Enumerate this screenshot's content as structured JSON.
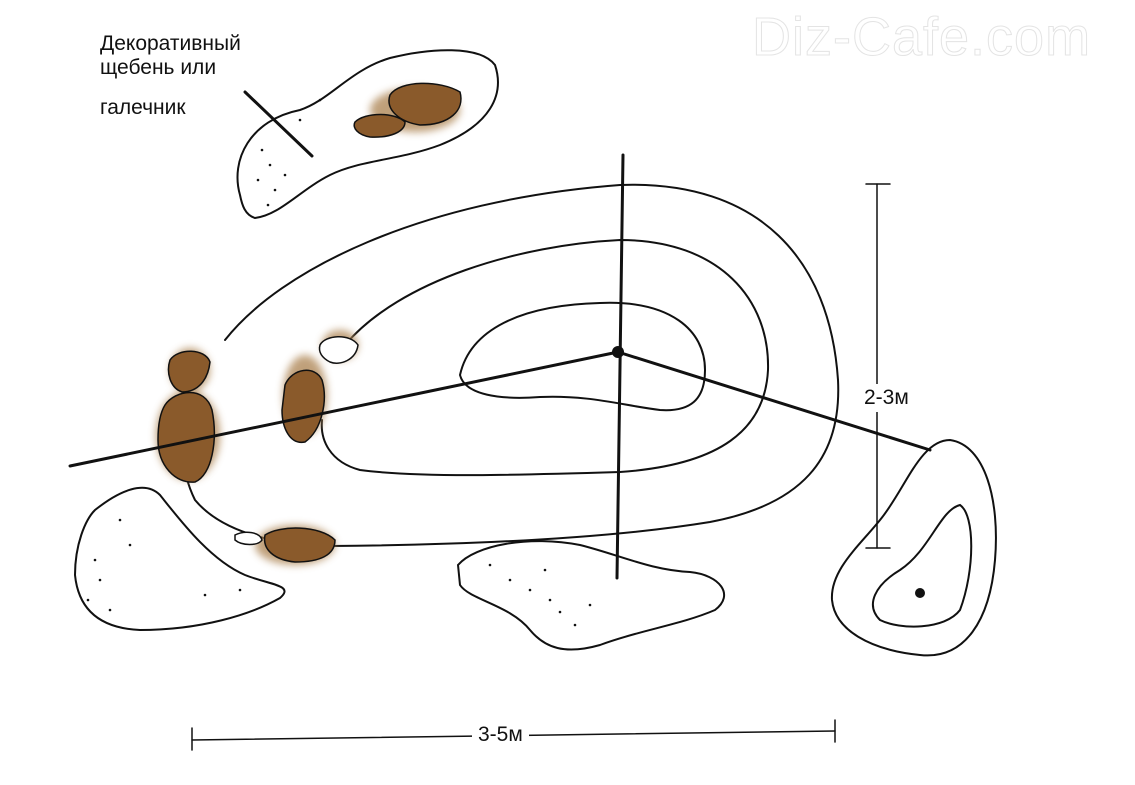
{
  "watermark": "Diz-Cafe.com",
  "labels": {
    "gravel_line1": "Декоративный",
    "gravel_line2": "щебень или",
    "gravel_line3": "галечник",
    "height_dim": "2-3м",
    "width_dim": "3-5м"
  },
  "colors": {
    "stone": "#8a5a2b",
    "stone_glow": "#b0895a",
    "ink": "#111111"
  }
}
